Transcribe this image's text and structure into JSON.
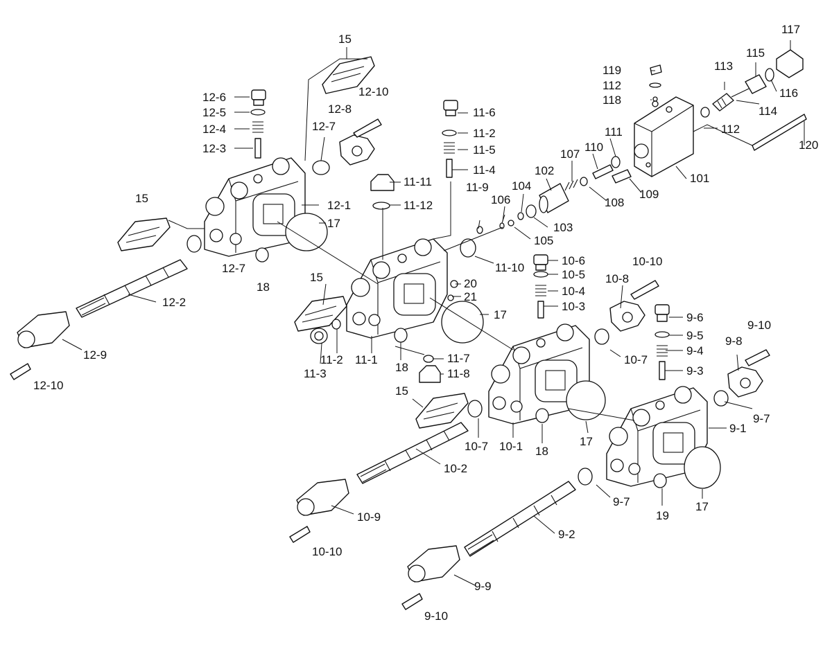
{
  "labels": {
    "c15a": "15",
    "c15b": "15",
    "c15c": "15",
    "c15d": "15",
    "c17a": "17",
    "c17b": "17",
    "c17c": "17",
    "c17d": "17",
    "c18a": "18",
    "c18b": "18",
    "c18c": "18",
    "c19": "19",
    "c20": "20",
    "c21": "21",
    "c12_1": "12-1",
    "c12_2": "12-2",
    "c12_3": "12-3",
    "c12_4": "12-4",
    "c12_5": "12-5",
    "c12_6": "12-6",
    "c12_7a": "12-7",
    "c12_7b": "12-7",
    "c12_8": "12-8",
    "c12_9": "12-9",
    "c12_10a": "12-10",
    "c12_10b": "12-10",
    "c11_1": "11-1",
    "c11_2a": "11-2",
    "c11_2b": "11-2",
    "c11_3": "11-3",
    "c11_4": "11-4",
    "c11_5": "11-5",
    "c11_6": "11-6",
    "c11_7": "11-7",
    "c11_8": "11-8",
    "c11_9": "11-9",
    "c11_10": "11-10",
    "c11_11": "11-11",
    "c11_12": "11-12",
    "c10_1": "10-1",
    "c10_2": "10-2",
    "c10_3": "10-3",
    "c10_4": "10-4",
    "c10_5": "10-5",
    "c10_6": "10-6",
    "c10_7a": "10-7",
    "c10_7b": "10-7",
    "c10_8": "10-8",
    "c10_9": "10-9",
    "c10_10a": "10-10",
    "c10_10b": "10-10",
    "c9_1": "9-1",
    "c9_2": "9-2",
    "c9_3": "9-3",
    "c9_4": "9-4",
    "c9_5": "9-5",
    "c9_6": "9-6",
    "c9_7a": "9-7",
    "c9_7b": "9-7",
    "c9_8": "9-8",
    "c9_9": "9-9",
    "c9_10a": "9-10",
    "c9_10b": "9-10",
    "c101": "101",
    "c102": "102",
    "c103": "103",
    "c104": "104",
    "c105": "105",
    "c106": "106",
    "c107": "107",
    "c108": "108",
    "c109": "109",
    "c110": "110",
    "c111": "111",
    "c112a": "112",
    "c112b": "112",
    "c113": "113",
    "c114": "114",
    "c115": "115",
    "c116": "116",
    "c117": "117",
    "c118": "118",
    "c119": "119",
    "c120": "120"
  }
}
